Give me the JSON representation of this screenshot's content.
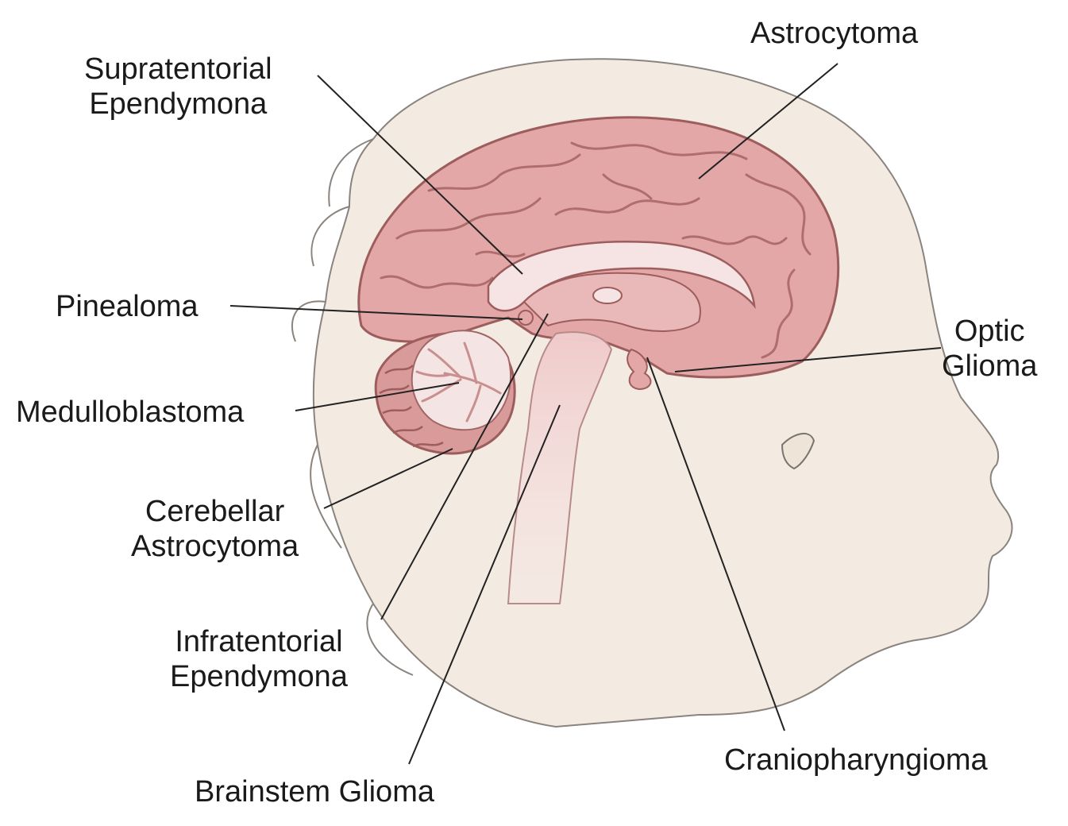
{
  "labels": {
    "astrocytoma": "Astrocytoma",
    "supratentorial": [
      "Supratentorial",
      "Ependymona"
    ],
    "pinealoma": "Pinealoma",
    "medulloblastoma": "Medulloblastoma",
    "cerebellar": [
      "Cerebellar",
      "Astrocytoma"
    ],
    "infratentorial": [
      "Infratentorial",
      "Ependymona"
    ],
    "brainstem": "Brainstem Glioma",
    "optic": [
      "Optic",
      "Glioma"
    ],
    "cranio": "Craniopharyngioma"
  },
  "colors": {
    "skin": "#f3ebe2",
    "skin_outline": "#7a7470",
    "brain": "#e3a7a7",
    "brain_outline": "#9e5d5d",
    "brainstem": "#f2d3d3",
    "leader": "#222222"
  }
}
